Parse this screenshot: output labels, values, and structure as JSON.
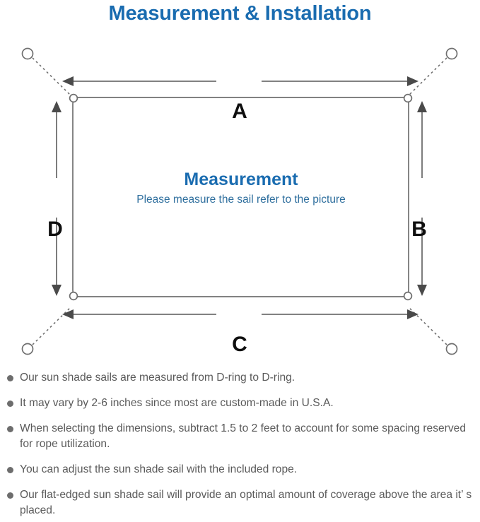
{
  "title": "Measurement & Installation",
  "colors": {
    "title_blue": "#1a6cb0",
    "sub_blue": "#2f6f9e",
    "line_gray": "#6f6f6f",
    "text_gray": "#5a5a5a",
    "label_black": "#0f0f0f"
  },
  "diagram": {
    "center_heading": "Measurement",
    "center_subtext": "Please measure the sail refer to the picture",
    "dimension_labels": {
      "top": "A",
      "right": "B",
      "bottom": "C",
      "left": "D"
    },
    "icon_names": {
      "anchor_point": "anchor-circle-icon",
      "d_ring": "d-ring-icon",
      "rope": "dotted-rope-line",
      "measure_arrow": "double-arrow-icon",
      "sail": "sail-rectangle"
    }
  },
  "notes": [
    "Our sun shade sails are measured from D-ring to D-ring.",
    "It may vary by 2-6 inches since most are custom-made in U.S.A.",
    "When selecting the dimensions, subtract 1.5 to 2 feet to account for some spacing reserved for rope utilization.",
    "You can adjust the sun shade sail with the included rope.",
    "Our flat-edged sun shade sail will provide an optimal amount of coverage above the area it’ s placed."
  ]
}
